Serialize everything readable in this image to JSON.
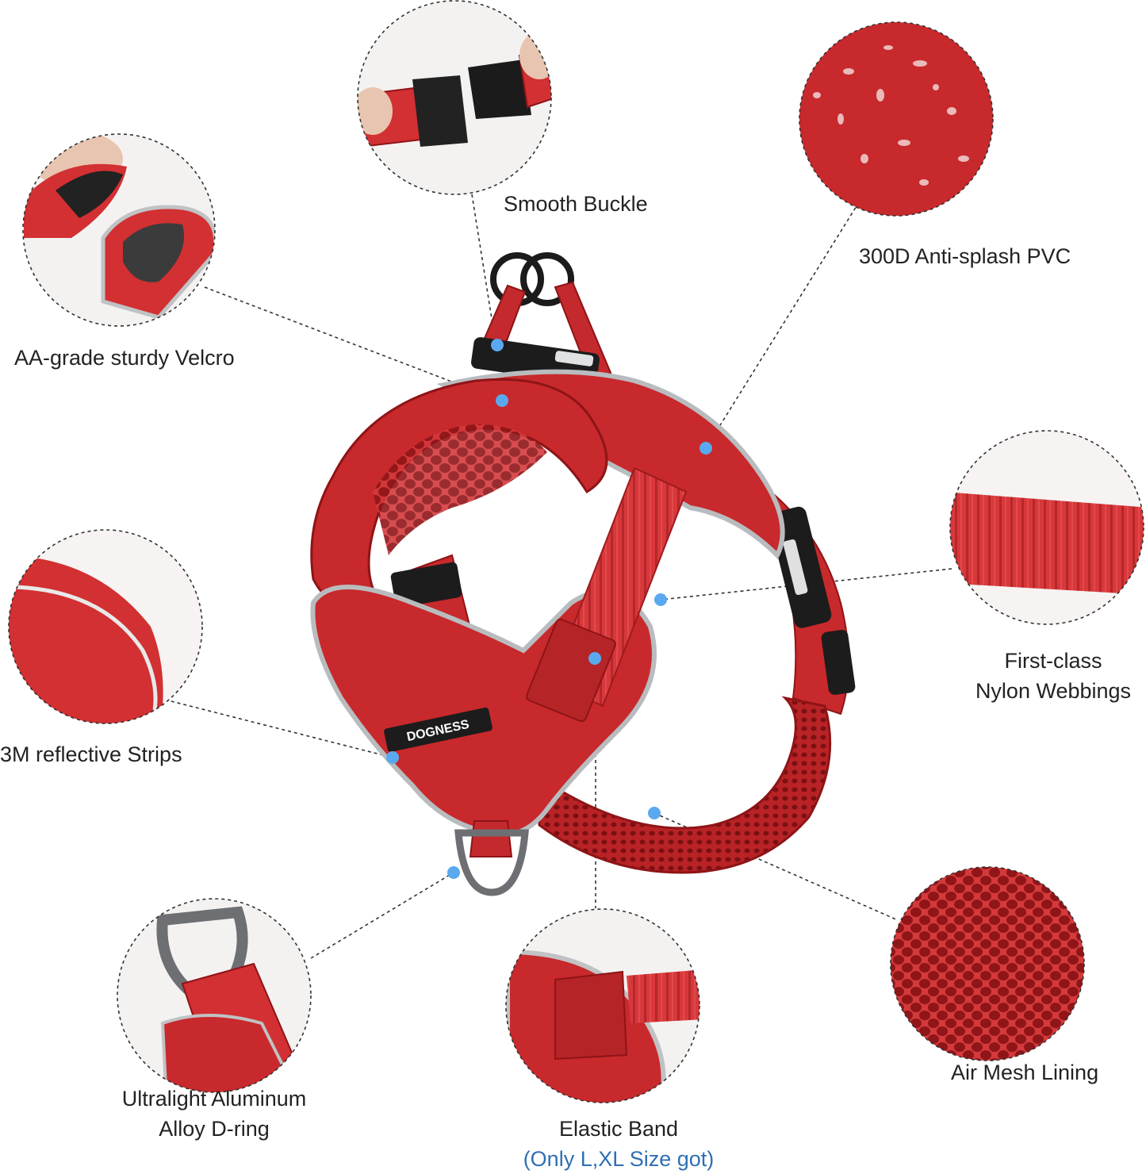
{
  "colors": {
    "harness_red": "#c8292c",
    "harness_dark_red": "#8e1417",
    "reflective_gray": "#b9bcbf",
    "buckle_black": "#1c1c1c",
    "marker_blue": "#5aa9ee",
    "note_blue": "#2f6fb3"
  },
  "brand_tag": "DOGNESS",
  "features": {
    "velcro": "AA-grade sturdy Velcro",
    "buckle": "Smooth Buckle",
    "pvc": "300D Anti-splash PVC",
    "webbing_line1": "First-class",
    "webbing_line2": "Nylon Webbings",
    "reflective": "3M reflective Strips",
    "mesh": "Air Mesh Lining",
    "dring_line1": "Ultralight Aluminum",
    "dring_line2": "Alloy D-ring",
    "elastic": "Elastic Band",
    "elastic_note": "(Only L,XL Size got)"
  }
}
